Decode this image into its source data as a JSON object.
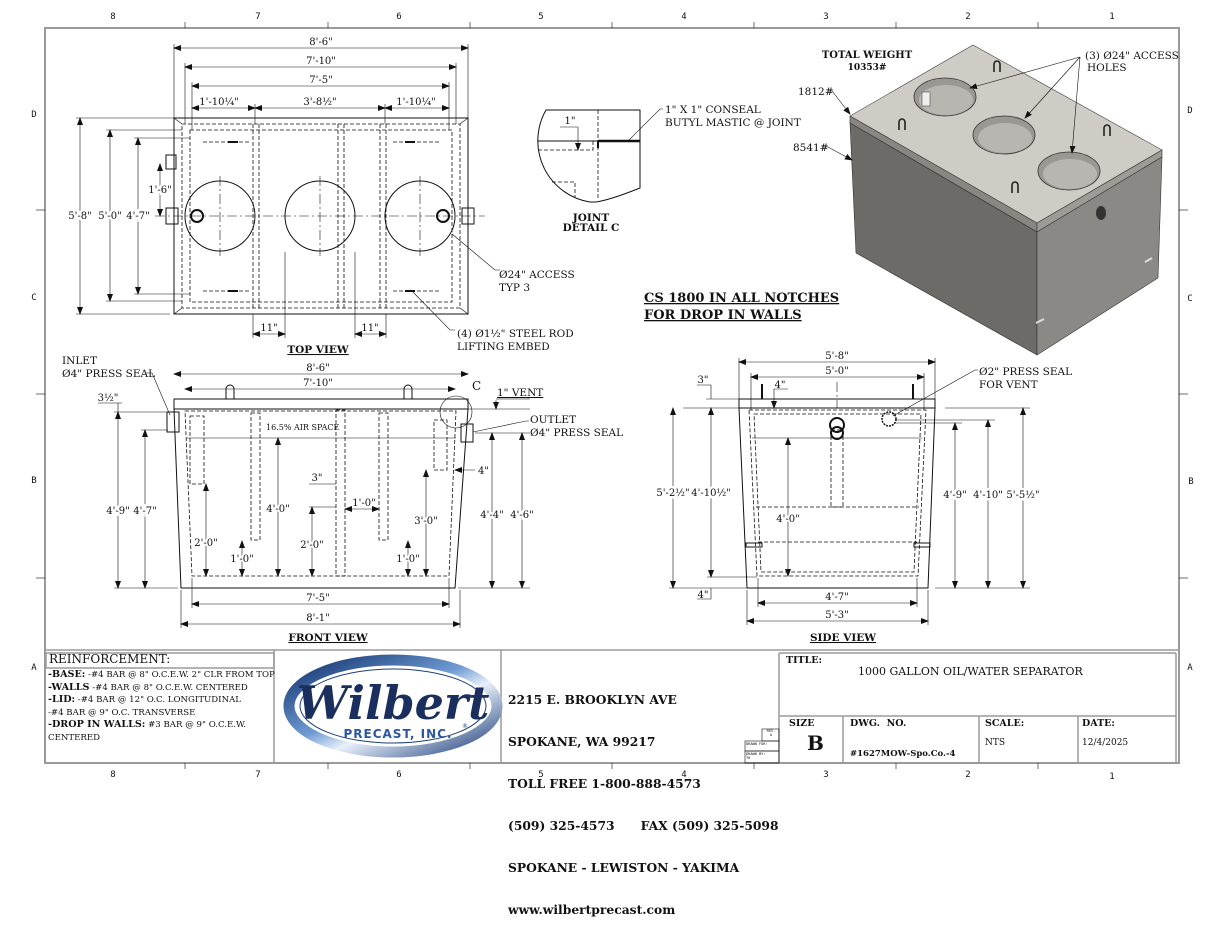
{
  "zones": {
    "columns": [
      "8",
      "7",
      "6",
      "5",
      "4",
      "3",
      "2",
      "1"
    ],
    "rows": [
      "D",
      "C",
      "B",
      "A"
    ]
  },
  "top_view": {
    "label": "TOP VIEW",
    "dims": {
      "overall_length": "8'-6\"",
      "inner_length_1": "7'-10\"",
      "inner_length_2": "7'-5\"",
      "left_chamber": "1'-10¼\"",
      "center_chamber": "3'-8½\"",
      "right_chamber": "1'-10¼\"",
      "overall_width": "5'-8\"",
      "inner_width_1": "5'-0\"",
      "inner_width_2": "4'-7\"",
      "offset": "1'-6\"",
      "gap_left": "11\"",
      "gap_right": "11\""
    },
    "callouts": {
      "access": "Ø24\" ACCESS",
      "access_2": "TYP 3",
      "lifting": "(4) Ø1½\" STEEL ROD",
      "lifting_2": "LIFTING EMBED"
    }
  },
  "joint_detail": {
    "label_1": "JOINT",
    "label_2": "DETAIL C",
    "dim": "1\"",
    "callout_1": "1\" X 1\" CONSEAL",
    "callout_2": "BUTYL MASTIC @ JOINT"
  },
  "note": {
    "line_1": "CS 1800 IN ALL NOTCHES",
    "line_2": "FOR DROP IN WALLS"
  },
  "iso_view": {
    "total_weight_label": "TOTAL WEIGHT",
    "total_weight": "10353#",
    "lid_weight": "1812#",
    "base_weight": "8541#",
    "access_callout_1": "(3) Ø24\" ACCESS",
    "access_callout_2": "HOLES"
  },
  "front_view": {
    "label": "FRONT VIEW",
    "inlet_1": "INLET",
    "inlet_2": "Ø4\" PRESS SEAL",
    "outlet_1": "OUTLET",
    "outlet_2": "Ø4\" PRESS SEAL",
    "vent": "1\" VENT",
    "detail_marker": "C",
    "air_space": "16.5% AIR SPACE",
    "dims": {
      "top_overall": "8'-6\"",
      "top_inner": "7'-10\"",
      "inlet_offset": "3½\"",
      "h_overall": "4'-9\"",
      "h_inlet": "4'-7\"",
      "baffle_left_gap": "2'-0\"",
      "baffle_left_bottom": "1'-0\"",
      "water_level": "4'-0\"",
      "wall_thk": "3\"",
      "center_wall_h": "2'-0\"",
      "baffle_spacing": "1'-0\"",
      "baffle_right_bottom": "1'-0\"",
      "outlet_tee": "3'-0\"",
      "outlet_offset": "4\"",
      "h_outlet": "4'-4\"",
      "h_right": "4'-6\"",
      "bottom_inner": "7'-5\"",
      "bottom_overall": "8'-1\""
    }
  },
  "side_view": {
    "label": "SIDE VIEW",
    "vent_callout_1": "Ø2\" PRESS SEAL",
    "vent_callout_2": "FOR VENT",
    "dims": {
      "top_overall": "5'-8\"",
      "top_inner": "5'-0\"",
      "lid": "3\"",
      "wall": "4\"",
      "h_overall": "5'-2½\"",
      "h_inner": "4'-10½\"",
      "base": "4\"",
      "water": "4'-0\"",
      "h_vent": "4'-9\"",
      "h_right_1": "4'-10\"",
      "h_right_2": "5'-5½\"",
      "bottom_inner": "4'-7\"",
      "bottom_overall": "5'-3\""
    }
  },
  "reinforcement": {
    "heading": "REINFORCEMENT:",
    "lines": [
      {
        "bold": "-BASE:",
        "text": " -#4 BAR @ 8\" O.C.E.W. 2\" CLR FROM TOP"
      },
      {
        "bold": "-WALLS",
        "text": " -#4 BAR @ 8\" O.C.E.W. CENTERED"
      },
      {
        "bold": "-LID:",
        "text": " -#4 BAR @ 12\" O.C. LONGITUDINAL"
      },
      {
        "bold": "",
        "text": "-#4 BAR @ 9\" O.C. TRANSVERSE"
      },
      {
        "bold": "-DROP IN WALLS:",
        "text": " #3 BAR @ 9\" O.C.E.W."
      },
      {
        "bold": "",
        "text": "CENTERED"
      }
    ]
  },
  "company": {
    "logo_script": "Wilbert",
    "logo_sub": "PRECAST, INC.",
    "logo_reg": "®",
    "address_1": "2215 E. BROOKLYN AVE",
    "address_2": "SPOKANE, WA 99217",
    "toll_free": "TOLL FREE 1-800-888-4573",
    "phone": "(509) 325-4573",
    "fax": "FAX (509) 325-5098",
    "locations": "SPOKANE - LEWISTON - YAKIMA",
    "website": "www.wilbertprecast.com",
    "brand_color": "#1d3f7a"
  },
  "rev_block": {
    "rev_label": "REV.",
    "rev_value": "A",
    "drawn_for_label": "DRAWN FOR:",
    "drawn_by_label": "DRAWN BY:",
    "drawn_by_value": "TH"
  },
  "title_block": {
    "title_label": "TITLE:",
    "title": "1000 GALLON OIL/WATER SEPARATOR",
    "size_label": "SIZE",
    "size": "B",
    "dwg_label": "DWG.  NO.",
    "dwg_no": "#1627MOW-Spo.Co.-4",
    "scale_label": "SCALE:",
    "scale": "NTS",
    "date_label": "DATE:",
    "date": "12/4/2025"
  }
}
